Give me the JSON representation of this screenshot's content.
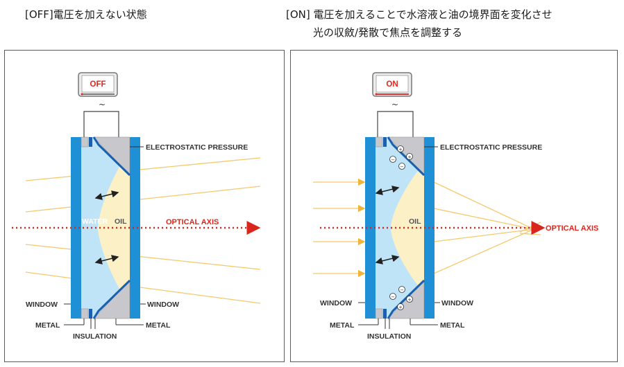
{
  "captions": {
    "off": "[OFF]電圧を加えない状態",
    "on_line1": "[ON]  電圧を加えることで水溶液と油の境界面を変化させ",
    "on_line2": "光の収斂/発散で焦点を調整する"
  },
  "off_panel": {
    "monitor_label": "OFF",
    "ac_symbol": "~",
    "labels": {
      "electrostatic_pressure": "ELECTROSTATIC PRESSURE",
      "water": "WATER",
      "oil": "OIL",
      "optical_axis": "OPTICAL AXIS",
      "window_left": "WINDOW",
      "window_right": "WINDOW",
      "metal_left": "METAL",
      "metal_right": "METAL",
      "insulation": "INSULATION"
    }
  },
  "on_panel": {
    "monitor_label": "ON",
    "ac_symbol": "~",
    "labels": {
      "electrostatic_pressure": "ELECTROSTATIC PRESSURE",
      "oil": "OIL",
      "optical_axis": "OPTICAL AXIS",
      "window_left": "WINDOW",
      "window_right": "WINDOW",
      "metal_left": "METAL",
      "metal_right": "METAL",
      "insulation": "INSULATION"
    },
    "charges": [
      "+",
      "+",
      "−",
      "−",
      "−",
      "−",
      "+",
      "+"
    ]
  },
  "colors": {
    "window_blue": "#1f8fd6",
    "water": "#bfe3f7",
    "oil": "#fbf0c6",
    "metal_gray": "#c8c8cc",
    "light_ray": "#f5c86a",
    "optical_axis": "#d8261c",
    "electrode_blue": "#1a5fb0"
  }
}
